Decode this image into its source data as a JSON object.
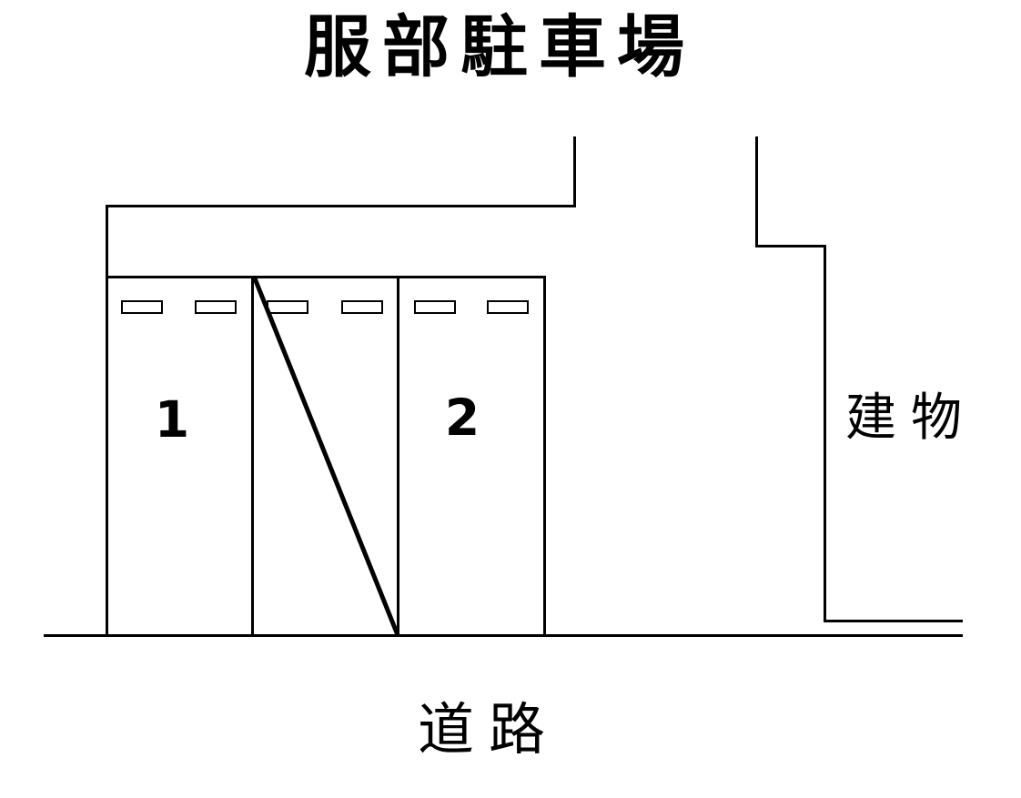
{
  "title": "服部駐車場",
  "parking_lot": {
    "spaces": [
      {
        "label": "1",
        "crossed_out": false
      },
      {
        "label": "",
        "crossed_out": true
      },
      {
        "label": "2",
        "crossed_out": false
      }
    ]
  },
  "labels": {
    "building": "建物",
    "road": "道路"
  },
  "colors": {
    "line": "#000000",
    "background": "#ffffff"
  }
}
